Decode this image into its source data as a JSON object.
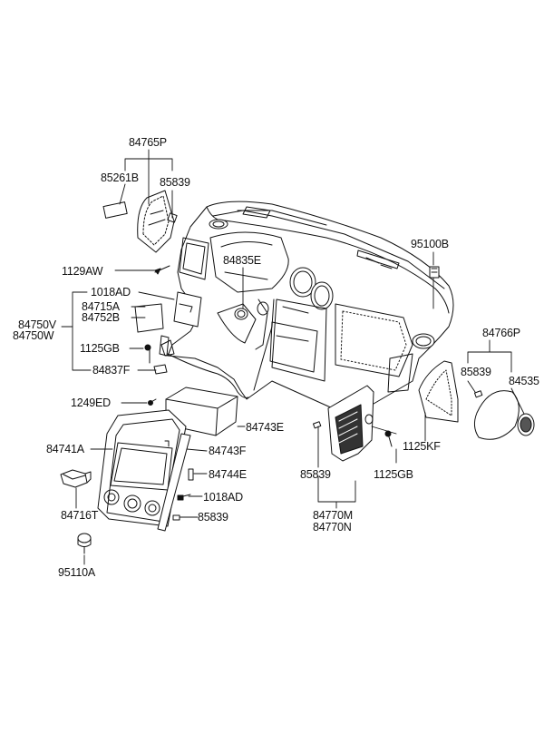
{
  "diagram": {
    "labels": {
      "p84765P": "84765P",
      "p85261B": "85261B",
      "p85839_top": "85839",
      "p95100B": "95100B",
      "p1129AW": "1129AW",
      "p84835E": "84835E",
      "p1018AD_top": "1018AD",
      "p84715A": "84715A",
      "p84752B": "84752B",
      "p84750V": "84750V",
      "p84750W": "84750W",
      "p1125GB_left": "1125GB",
      "p84837F": "84837F",
      "p84766P": "84766P",
      "p85839_right": "85839",
      "p84535": "84535",
      "p1249ED": "1249ED",
      "p84743E": "84743E",
      "p84741A": "84741A",
      "p84743F": "84743F",
      "p1125KF": "1125KF",
      "p84744E": "84744E",
      "p85839_mid": "85839",
      "p1125GB_right": "1125GB",
      "p1018AD_bottom": "1018AD",
      "p84716T": "84716T",
      "p85839_bottom": "85839",
      "p84770M": "84770M",
      "p84770N": "84770N",
      "p95110A": "95110A"
    }
  }
}
